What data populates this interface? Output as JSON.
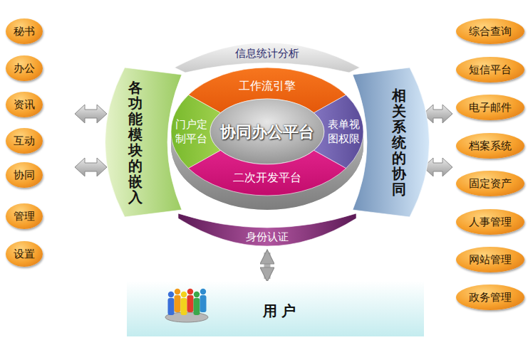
{
  "diagram": {
    "nodes": [
      {
        "text": [
          "秘书"
        ]
      },
      {
        "text": [
          "办公"
        ]
      },
      {
        "text": [
          "资讯"
        ]
      },
      {
        "text": [
          "互动"
        ]
      },
      {
        "text": [
          "协同"
        ]
      },
      {
        "text": [
          "管理"
        ]
      },
      {
        "text": [
          "设置"
        ]
      },
      {
        "text": [
          "信息统计分析"
        ]
      },
      {
        "text": [
          "各功能模块的嵌入"
        ]
      },
      {
        "text": [
          "工作流引擎"
        ]
      },
      {
        "text": [
          "门户定制平台"
        ]
      },
      {
        "text": [
          "协同办公平台"
        ]
      },
      {
        "text": [
          "表单视图权限"
        ]
      },
      {
        "text": [
          "二次开发平台"
        ]
      },
      {
        "text": [
          "相关系统的协同"
        ]
      },
      {
        "text": [
          "身份认证"
        ]
      },
      {
        "text": [
          "用 户"
        ]
      },
      {
        "text": [
          "综合查询"
        ]
      },
      {
        "text": [
          "短信平台"
        ]
      },
      {
        "text": [
          "电子邮件"
        ]
      },
      {
        "text": [
          "档案系统"
        ]
      },
      {
        "text": [
          "固定资产"
        ]
      },
      {
        "text": [
          "人事管理"
        ]
      },
      {
        "text": [
          "网站管理"
        ]
      },
      {
        "text": [
          "政务管理"
        ]
      }
    ],
    "edges": [
      {
        "from": 15,
        "to": 16,
        "arrow": "both"
      }
    ]
  }
}
